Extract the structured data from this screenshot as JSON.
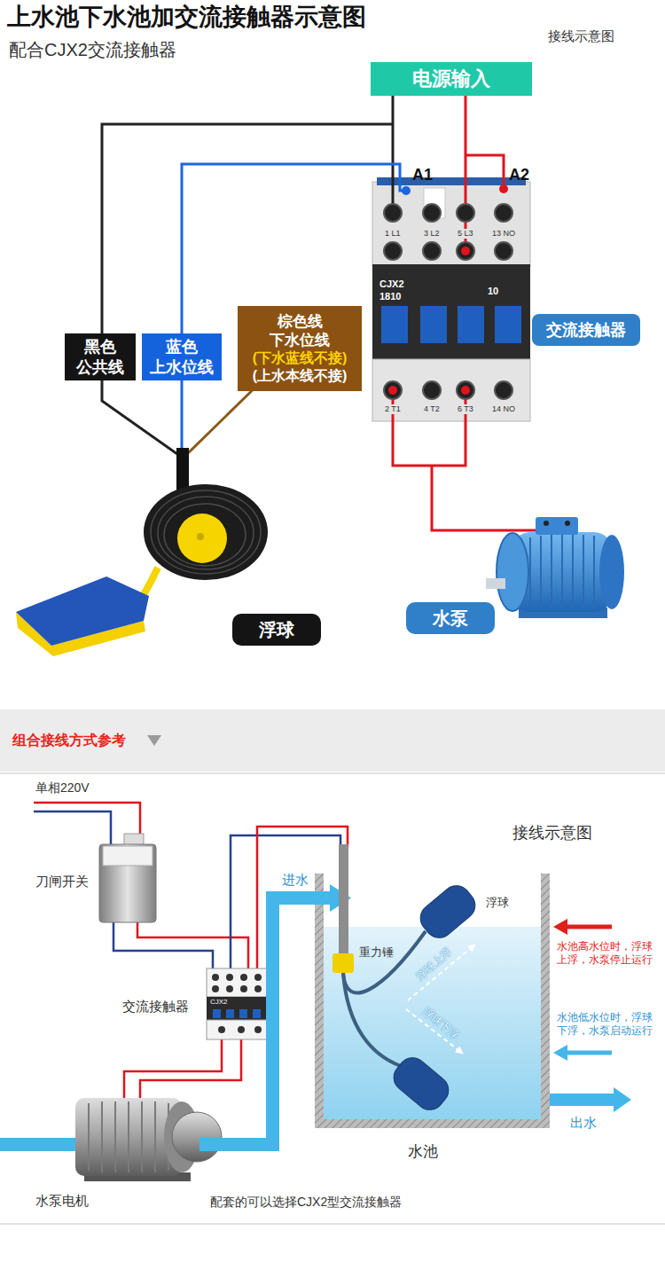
{
  "diagram": {
    "title": "上水池下水池加交流接触器示意图",
    "nodes": [
      {
        "text": [
          "电源输入"
        ]
      },
      {
        "text": [
          "黑色 公共线"
        ]
      },
      {
        "text": [
          "蓝色 上水位线"
        ]
      },
      {
        "text": [
          "棕色线 下水位线",
          "(下水蓝线不接)",
          "(上水本线不接)"
        ]
      },
      {
        "text": [
          "交流接触器"
        ]
      },
      {
        "text": [
          "浮球"
        ]
      },
      {
        "text": [
          "水泵"
        ]
      },
      {
        "text": [
          "组合接线方式参考"
        ]
      }
    ],
    "labels": [
      "配合CJX2交流接触器",
      "接线示意图",
      "A1",
      "A2",
      "1 L1",
      "3 L2",
      "5 L3",
      "13 NO",
      "CJX2",
      "1810",
      "10",
      "2 T1",
      "4 T2",
      "6 T3",
      "14 NO",
      "单相220V",
      "刀闸开关",
      "交流接触器",
      "CJX2",
      "水泵电机",
      "进水",
      "浮球",
      "重力锤",
      "浮球上浮",
      "浮球下浮",
      "水池高水位时，浮球上浮，水泵停止运行",
      "水池低水位时，浮球下浮，水泵启动运行",
      "出水",
      "水池",
      "接线示意图",
      "配套的可以选择CJX2型交流接触器"
    ]
  }
}
